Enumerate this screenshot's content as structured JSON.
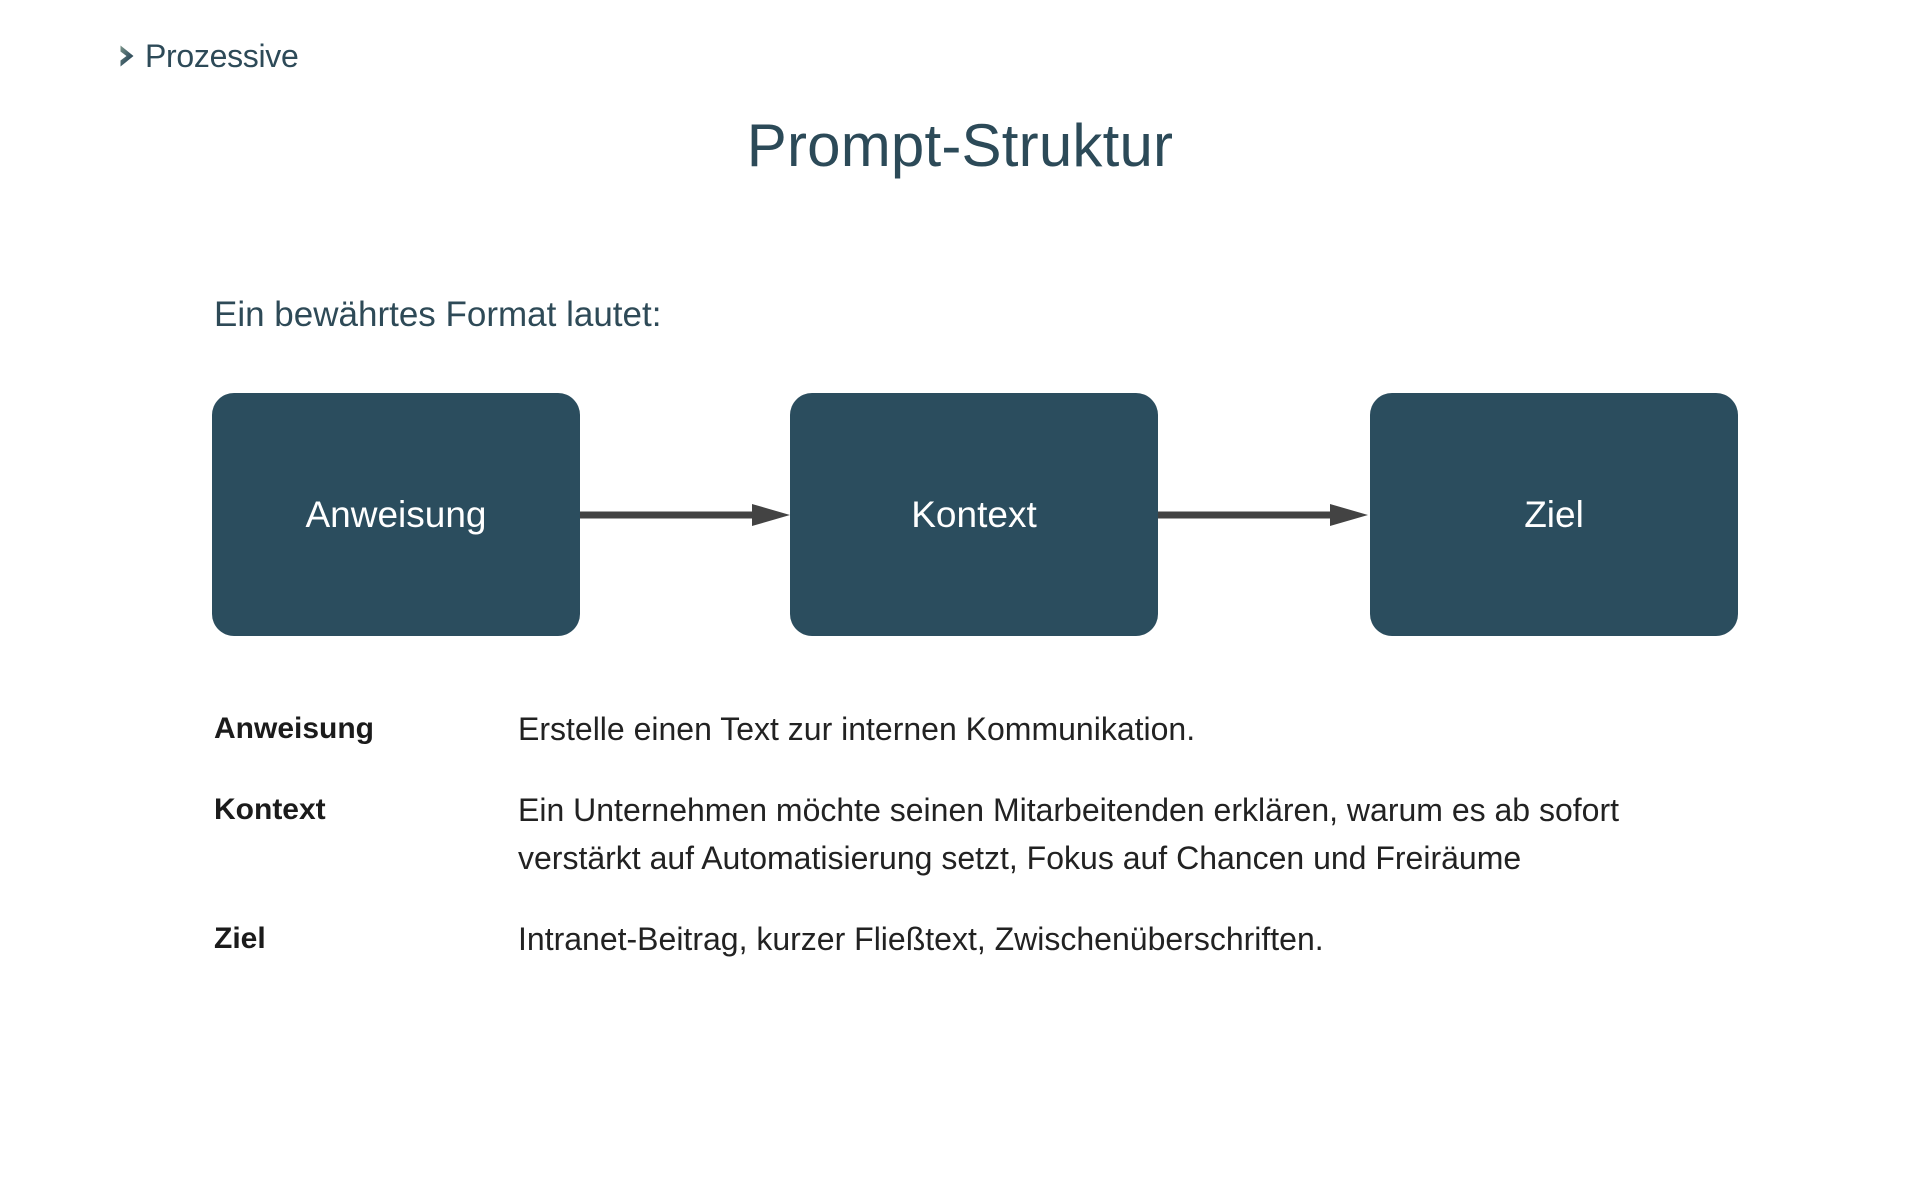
{
  "brand": {
    "name": "Prozessive",
    "mark_icon": "chevron-right-icon",
    "color": "#2d4a58",
    "mark_gradient_from": "#6e8a7e",
    "mark_gradient_to": "#203a4a"
  },
  "slide": {
    "title": "Prompt-Struktur",
    "title_color": "#2c4a58",
    "lead": "Ein bewährtes Format lautet:",
    "lead_color": "#2e4a57",
    "background": "#ffffff"
  },
  "flow": {
    "box_fill": "#2b4d5e",
    "box_text_color": "#ffffff",
    "arrow_color": "#434343",
    "steps": [
      {
        "label": "Anweisung"
      },
      {
        "label": "Kontext"
      },
      {
        "label": "Ziel"
      }
    ],
    "arrows": [
      {
        "name": "arrow-anweisung-to-kontext"
      },
      {
        "name": "arrow-kontext-to-ziel"
      }
    ]
  },
  "definitions": [
    {
      "term": "Anweisung",
      "description": "Erstelle einen Text zur internen Kommunikation."
    },
    {
      "term": "Kontext",
      "description": "Ein Unternehmen möchte seinen Mitarbeitenden erklären, warum es ab sofort verstärkt auf Automatisierung setzt, Fokus auf Chancen und Freiräume"
    },
    {
      "term": "Ziel",
      "description": "Intranet-Beitrag, kurzer Fließtext,  Zwischenüberschriften."
    }
  ]
}
